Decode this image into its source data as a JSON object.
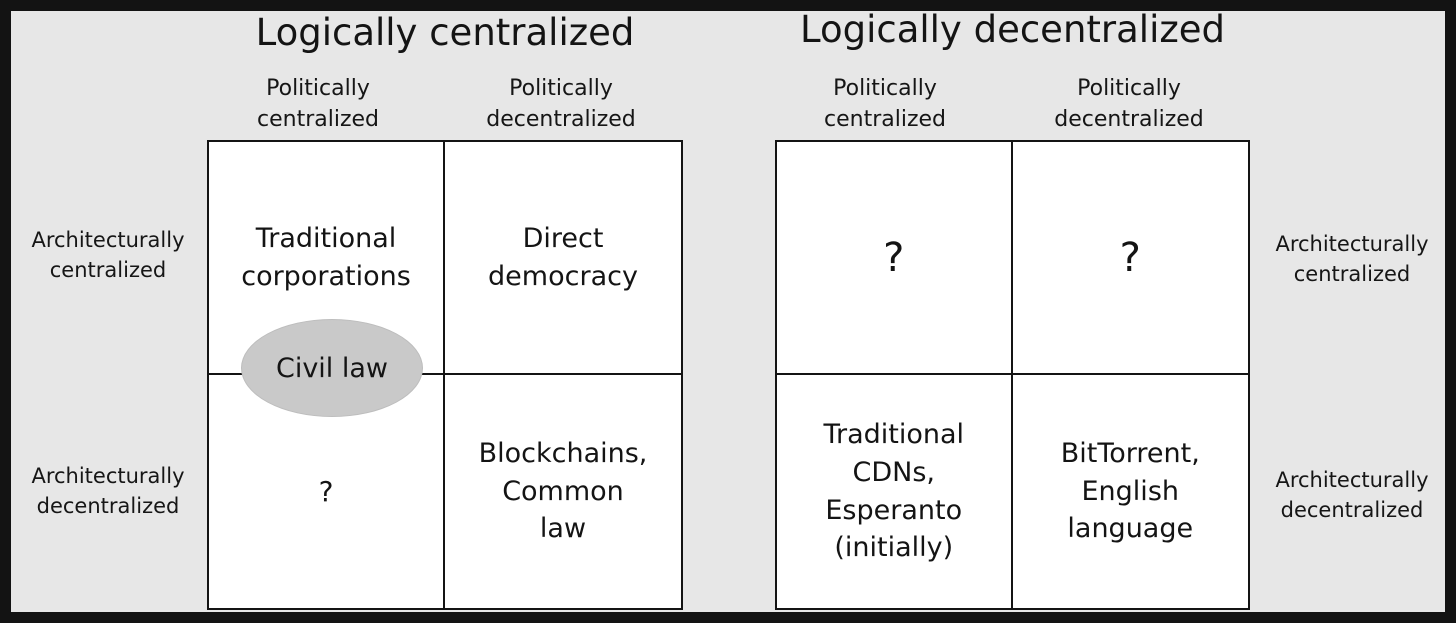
{
  "theme": {
    "background": "#e7e7e7",
    "frame_color": "#131313",
    "matrix_background": "#ffffff",
    "line_color": "#141414",
    "overlay_color": "#c9c9c9",
    "text_color": "#161616"
  },
  "left_matrix": {
    "title": "Logically centralized",
    "col_headers": [
      "Politically\ncentralized",
      "Politically\ndecentralized"
    ],
    "row_labels": [
      "Architecturally\ncentralized",
      "Architecturally\ndecentralized"
    ],
    "cells": {
      "top_left": "Traditional\ncorporations",
      "top_right": "Direct\ndemocracy",
      "bottom_left": "?",
      "bottom_right": "Blockchains,\nCommon\nlaw"
    },
    "overlay_label": "Civil law"
  },
  "right_matrix": {
    "title": "Logically decentralized",
    "col_headers": [
      "Politically\ncentralized",
      "Politically\ndecentralized"
    ],
    "row_labels": [
      "Architecturally\ncentralized",
      "Architecturally\ndecentralized"
    ],
    "cells": {
      "top_left": "?",
      "top_right": "?",
      "bottom_left": "Traditional\nCDNs,\nEsperanto\n(initially)",
      "bottom_right": "BitTorrent,\nEnglish\nlanguage"
    }
  }
}
